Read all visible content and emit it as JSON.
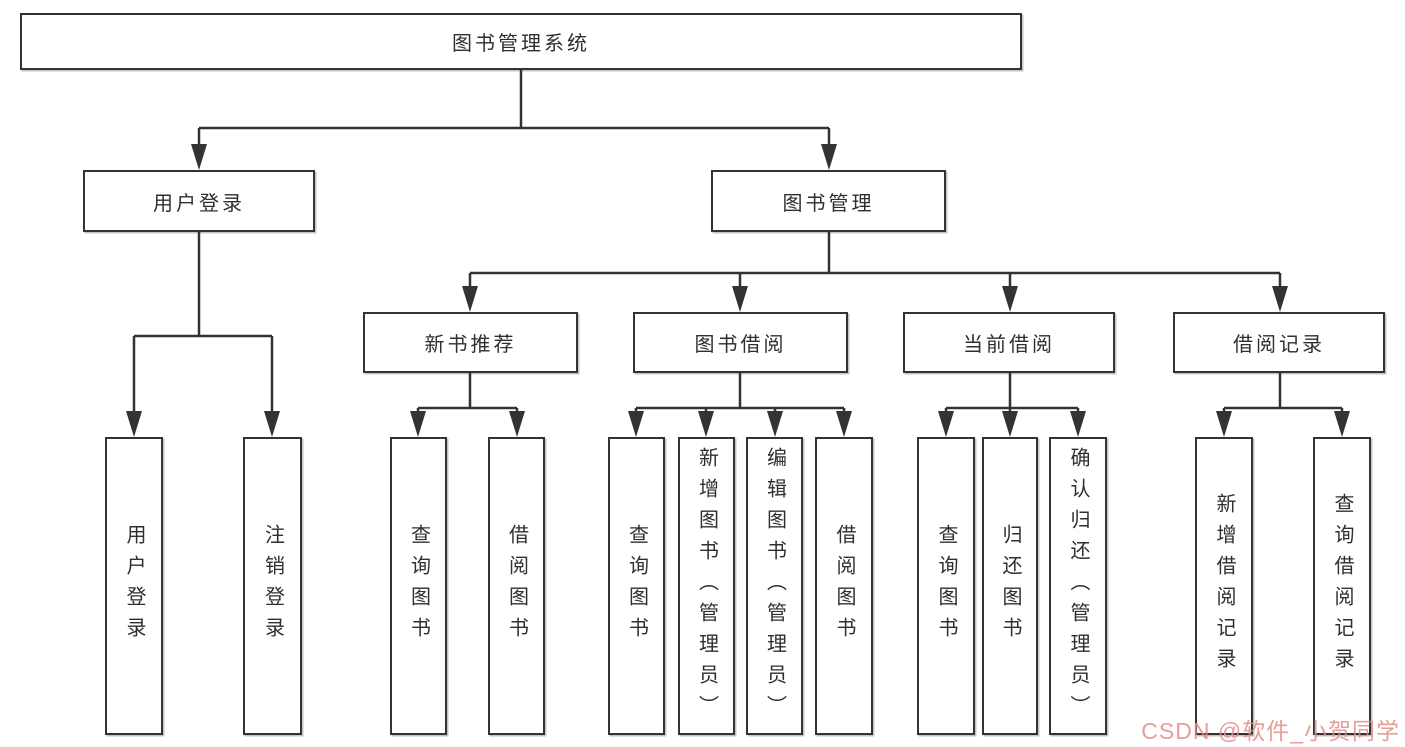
{
  "diagram": {
    "root": "图书管理系统",
    "level1": [
      "用户登录",
      "图书管理"
    ],
    "level2": [
      "新书推荐",
      "图书借阅",
      "当前借阅",
      "借阅记录"
    ],
    "level3": {
      "user_login": [
        "用户登录",
        "注销登录"
      ],
      "new_book": [
        "查询图书",
        "借阅图书"
      ],
      "book_borrow": [
        "查询图书",
        "新增图书（管理员）",
        "编辑图书（管理员）",
        "借阅图书"
      ],
      "current_borrow": [
        "查询图书",
        "归还图书",
        "确认归还（管理员）"
      ],
      "borrow_records": [
        "新增借阅记录",
        "查询借阅记录"
      ]
    }
  },
  "watermark": {
    "text": "CSDN @软件_小贺同学"
  },
  "colors": {
    "line": "#333333",
    "text": "#2f2f2f",
    "background": "#ffffff",
    "watermark": "#e48c86"
  }
}
